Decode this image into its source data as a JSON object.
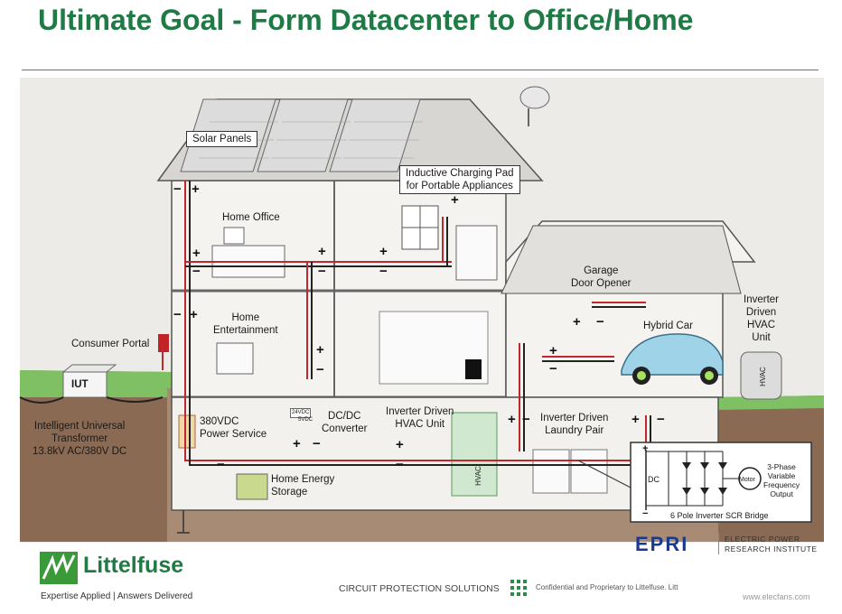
{
  "slide": {
    "title": "Ultimate Goal - Form Datacenter to Office/Home"
  },
  "labels": {
    "solar_panels": "Solar Panels",
    "inductive_charging": "Inductive Charging Pad\nfor Portable Appliances",
    "home_office": "Home Office",
    "home_entertainment": "Home\nEntertainment",
    "garage_door": "Garage\nDoor Opener",
    "hybrid_car": "Hybrid Car",
    "inverter_hvac_outdoor": "Inverter\nDriven\nHVAC\nUnit",
    "consumer_portal": "Consumer Portal",
    "iut": "IUT",
    "iut_desc": "Intelligent Universal\nTransformer\n13.8kV AC/380V DC",
    "power_service": "380VDC\nPower Service",
    "dcdc": "DC/DC\nConverter",
    "dcdc_tag_a": "24VDC",
    "dcdc_tag_b": "5VDC",
    "inverter_hvac_indoor": "Inverter Driven\nHVAC Unit",
    "inverter_laundry": "Inverter Driven\nLaundry Pair",
    "home_energy_storage": "Home Energy\nStorage",
    "hvac_tag": "HVAC",
    "hvac_tag_out": "HVAC",
    "scr_dc": "DC",
    "scr_motor": "Motor",
    "scr_output": "3-Phase\nVariable\nFrequency\nOutput",
    "scr_caption": "6 Pole Inverter SCR Bridge"
  },
  "footer": {
    "brand": "Littelfuse",
    "tagline": "Expertise Applied  |  Answers Delivered",
    "solutions": "CIRCUIT PROTECTION SOLUTIONS",
    "confidential": "Confidential and Proprietary to Littelfuse. Litt",
    "epri": "EPRI",
    "epri_full": "ELECTRIC POWER\nRESEARCH INSTITUTE",
    "watermark": "www.elecfans.com"
  },
  "colors": {
    "title_green": "#1f7a45",
    "wire_red": "#c0282d",
    "ground_green": "#5fa84a"
  }
}
